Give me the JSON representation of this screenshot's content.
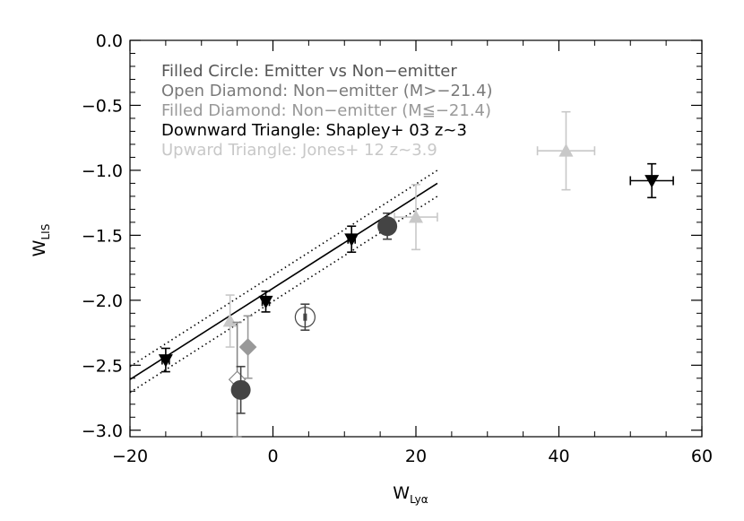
{
  "chart_data": {
    "type": "scatter",
    "title": "",
    "xlabel_main": "W",
    "xlabel_sub": "Lyα",
    "ylabel_main": "W",
    "ylabel_sub": "LIS",
    "xlim": [
      -20,
      60
    ],
    "ylim": [
      -3.05,
      0.0
    ],
    "x_ticks": [
      -20,
      0,
      20,
      40,
      60
    ],
    "x_tick_labels": [
      "−20",
      "0",
      "20",
      "40",
      "60"
    ],
    "y_ticks": [
      0.0,
      -0.5,
      -1.0,
      -1.5,
      -2.0,
      -2.5,
      -3.0
    ],
    "y_tick_labels": [
      "0.0",
      "−0.5",
      "−1.0",
      "−1.5",
      "−2.0",
      "−2.5",
      "−3.0"
    ],
    "grid": false,
    "legend_placement": "top-left",
    "legend": [
      {
        "label": "Filled Circle: Emitter vs Non−emitter",
        "color": "#555555"
      },
      {
        "label": "Open Diamond: Non−emitter (M>−21.4)",
        "color": "#7a7a7a"
      },
      {
        "label": "Filled Diamond: Non−emitter (M≦−21.4)",
        "color": "#999999"
      },
      {
        "label": "Downward Triangle: Shapley+ 03 z~3",
        "color": "#000000"
      },
      {
        "label": "Upward Triangle: Jones+ 12 z~3.9",
        "color": "#c8c8c8"
      }
    ],
    "series": [
      {
        "marker": "circle-filled",
        "color": "#444444",
        "points": [
          {
            "x": 16.0,
            "y": -1.43,
            "yerr": 0.1,
            "xerr": 0
          },
          {
            "x": -4.5,
            "y": -2.69,
            "yerr": 0.18,
            "xerr": 0
          },
          {
            "x": 4.5,
            "y": -2.13,
            "yerr": 0.1,
            "xerr": 0
          }
        ]
      },
      {
        "marker": "diamond-open",
        "color": "#888888",
        "points": [
          {
            "x": -5.0,
            "y": -2.61,
            "yerr": 0.44,
            "xerr": 0
          }
        ]
      },
      {
        "marker": "diamond-filled",
        "color": "#999999",
        "points": [
          {
            "x": -3.5,
            "y": -2.36,
            "yerr": 0.24,
            "xerr": 0
          }
        ]
      },
      {
        "marker": "triangle-down",
        "color": "#000000",
        "points": [
          {
            "x": -15.0,
            "y": -2.46,
            "yerr": 0.09,
            "xerr": 0.5
          },
          {
            "x": -1.0,
            "y": -2.01,
            "yerr": 0.08,
            "xerr": 0.5
          },
          {
            "x": 11.0,
            "y": -1.53,
            "yerr": 0.1,
            "xerr": 0.5
          },
          {
            "x": 53.0,
            "y": -1.08,
            "yerr": 0.13,
            "xerr": 3.0
          }
        ]
      },
      {
        "marker": "triangle-up",
        "color": "#c8c8c8",
        "points": [
          {
            "x": -6.0,
            "y": -2.16,
            "yerr": 0.2,
            "xerr": 0
          },
          {
            "x": 20.0,
            "y": -1.36,
            "yerr": 0.25,
            "xerr": 3.0
          },
          {
            "x": 41.0,
            "y": -0.85,
            "yerr": 0.3,
            "xerr": 4.0
          }
        ]
      }
    ],
    "fit_line": {
      "x": [
        -20,
        23
      ],
      "y": [
        -2.61,
        -1.1
      ]
    },
    "fit_bounds": [
      {
        "x": [
          -20,
          23
        ],
        "y": [
          -2.51,
          -1.0
        ]
      },
      {
        "x": [
          -20,
          23
        ],
        "y": [
          -2.71,
          -1.2
        ]
      }
    ]
  }
}
